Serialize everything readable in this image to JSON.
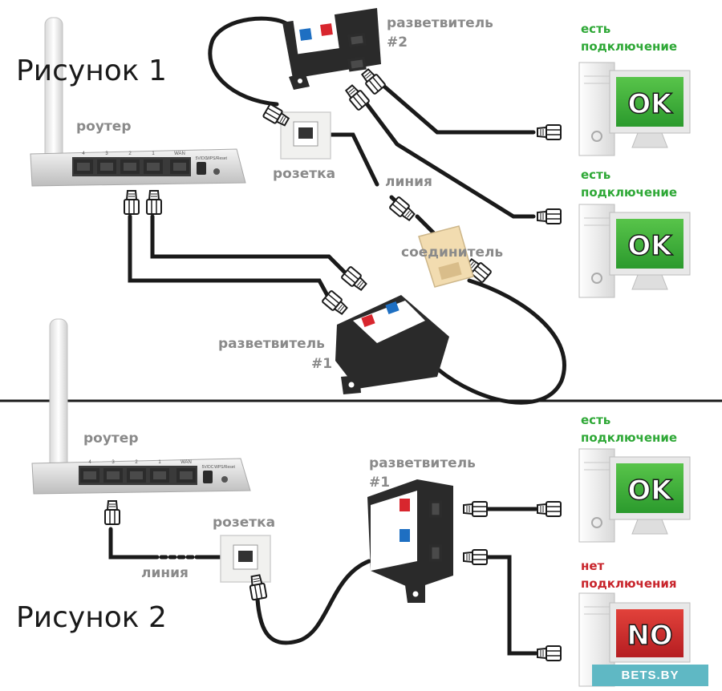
{
  "figure1": {
    "title": "Рисунок 1",
    "router_label": "роутер",
    "socket_label": "розетка",
    "line_label": "линия",
    "coupler_label": "соединитель",
    "splitter1_label_line1": "разветвитель",
    "splitter1_label_line2": "#1",
    "splitter2_label_line1": "разветвитель",
    "splitter2_label_line2": "#2",
    "pc1": {
      "status_line1": "есть",
      "status_line2": "подключение",
      "screen_text": "OK",
      "state": "connected"
    },
    "pc2": {
      "status_line1": "есть",
      "status_line2": "подключение",
      "screen_text": "OK",
      "state": "connected"
    }
  },
  "figure2": {
    "title": "Рисунок 2",
    "router_label": "роутер",
    "socket_label": "розетка",
    "line_label": "линия",
    "splitter_label_line1": "разветвитель",
    "splitter_label_line2": "#1",
    "pc1": {
      "status_line1": "есть",
      "status_line2": "подключение",
      "screen_text": "OK",
      "state": "connected"
    },
    "pc2": {
      "status_line1": "нет",
      "status_line2": "подключения",
      "screen_text": "NO",
      "state": "disconnected"
    }
  },
  "router_port_labels": [
    "4",
    "3",
    "2",
    "1",
    "WAN",
    "5V/DC",
    "WPS/Reset"
  ],
  "watermark": "BETS.BY",
  "colors": {
    "ok_green": "#2ea836",
    "no_red": "#c8242b",
    "label_gray": "#8a8a8a",
    "cable_black": "#1a1a1a",
    "port_blue": "#1e6fc2",
    "port_red": "#d8262e",
    "coupler_beige": "#f2dcb0",
    "watermark_bg": "#5fb8c4"
  }
}
